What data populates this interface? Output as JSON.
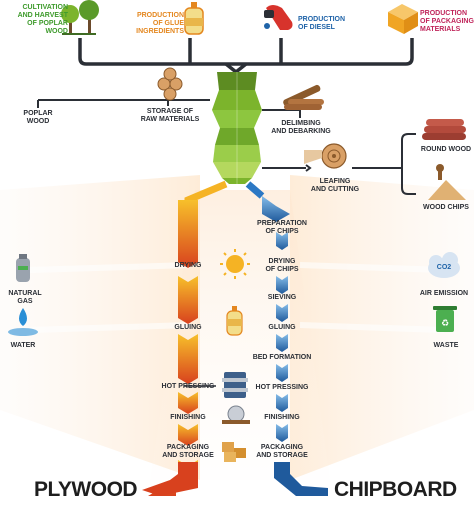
{
  "top_inputs": [
    {
      "label": "CULTIVATION\nAND HARVEST\nOF POPLAR\nWOOD",
      "icon": "tree-icon",
      "color": "#3f9b2d"
    },
    {
      "label": "PRODUCTION\nOF GLUE\nINGREDIENTS",
      "icon": "glue-bottle-icon",
      "color": "#e4871f"
    },
    {
      "label": "PRODUCTION\nOF DIESEL",
      "icon": "fuel-pump-icon",
      "color": "#1f63a8"
    },
    {
      "label": "PRODUCTION\nOF PACKAGING\nMATERIALS",
      "icon": "box-icon",
      "color": "#c0265b"
    }
  ],
  "trunk_steps": {
    "poplar_wood": "POPLAR\nWOOD",
    "storage": "STORAGE OF\nRAW MATERIALS",
    "delimbing": "DELIMBING\nAND DEBARKING",
    "leafing": "LEAFING\nAND CUTTING"
  },
  "byproducts": {
    "round_wood": "ROUND WOOD",
    "wood_chips": "WOOD CHIPS"
  },
  "side_inputs": {
    "natural_gas": "NATURAL GAS",
    "water": "WATER",
    "air_emission": "AIR EMISSION",
    "waste": "WASTE",
    "co2": "CO2"
  },
  "plywood_steps": [
    "DRYING",
    "GLUING",
    "HOT PRESSING",
    "FINISHING",
    "PACKAGING\nAND STORAGE"
  ],
  "chipboard_steps": [
    "PREPARATION\nOF CHIPS",
    "DRYING\nOF CHIPS",
    "SIEVING",
    "GLUING",
    "BED FORMATION",
    "HOT PRESSING",
    "FINISHING",
    "PACKAGING\nAND STORAGE"
  ],
  "outputs": {
    "plywood": "PLYWOOD",
    "chipboard": "CHIPBOARD"
  },
  "colors": {
    "dark": "#2b2f36",
    "green": "#7cb42c",
    "orange": "#e4871f",
    "blue": "#1f63a8",
    "magenta": "#c0265b",
    "plywood_gradient": [
      "#f5b324",
      "#d8411e"
    ],
    "chipboard_gradient": [
      "#7fb6e6",
      "#1f5a9c"
    ]
  }
}
